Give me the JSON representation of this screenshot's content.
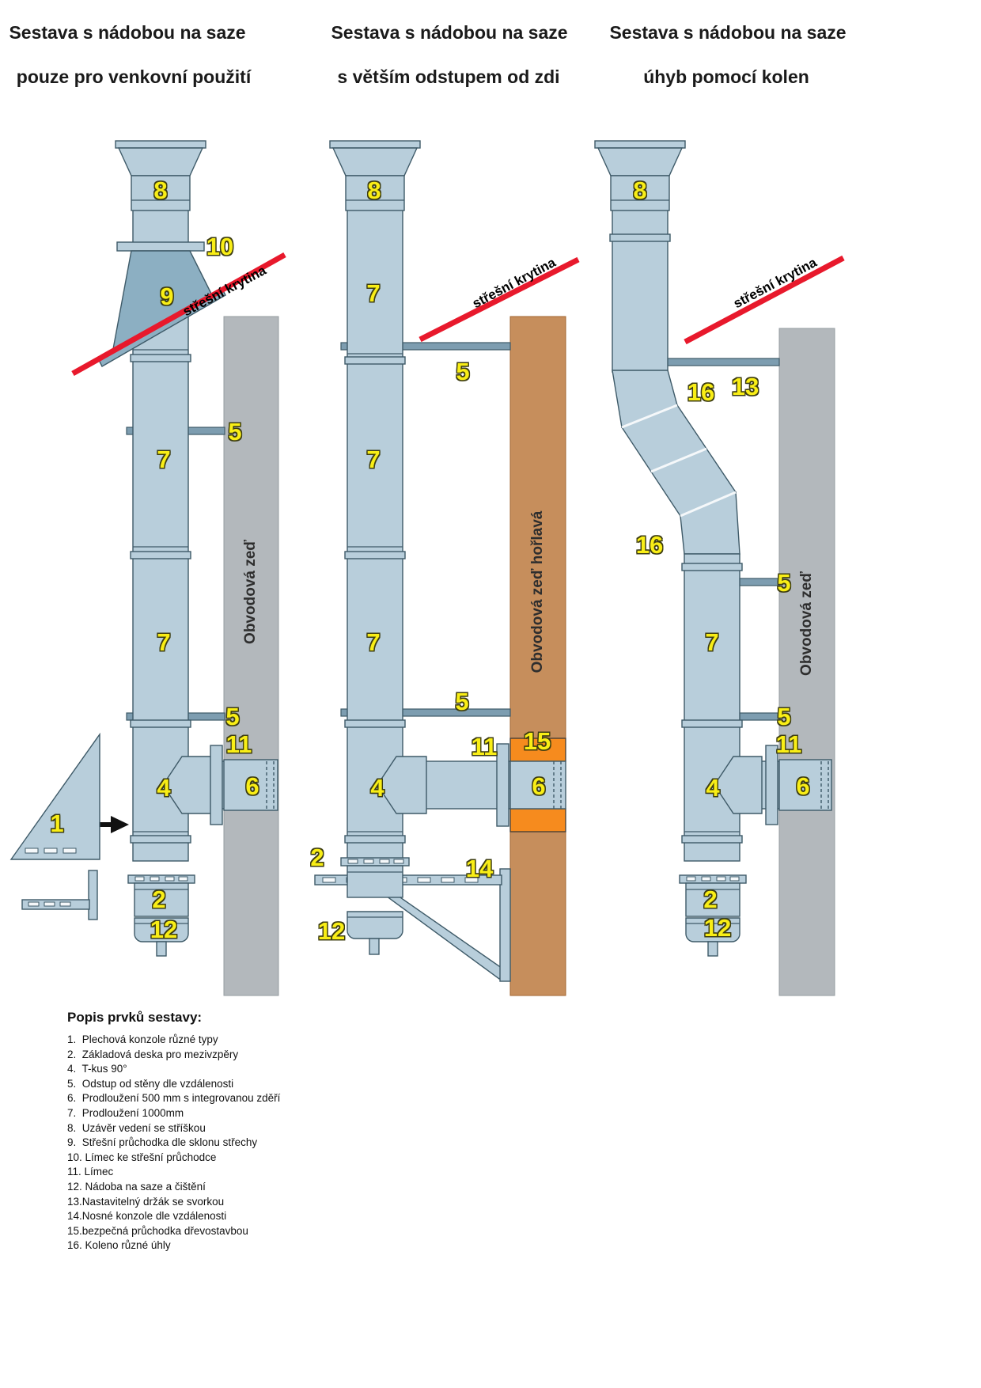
{
  "titles": {
    "col1": {
      "line1": "Sestava s nádobou na saze",
      "line2": "pouze pro venkovní použití"
    },
    "col2": {
      "line1": "Sestava s nádobou na saze",
      "line2": "s větším odstupem od zdi"
    },
    "col3": {
      "line1": "Sestava s nádobou na saze",
      "line2": "úhyb pomocí kolen"
    }
  },
  "annotations": {
    "roof_covering": "střešní krytina",
    "perimeter_wall": "Obvodová zeď",
    "perimeter_wall_flammable": "Obvodová zeď hořlavá"
  },
  "part_numbers": {
    "n1": "1",
    "n2": "2",
    "n4": "4",
    "n5": "5",
    "n6": "6",
    "n7": "7",
    "n8": "8",
    "n9": "9",
    "n10": "10",
    "n11": "11",
    "n12": "12",
    "n13": "13",
    "n14": "14",
    "n15": "15",
    "n16": "16"
  },
  "legend": {
    "heading": "Popis prvků sestavy:",
    "items": [
      "1.  Plechová konzole různé typy",
      "2.  Základová deska pro mezivzpěry",
      "4.  T-kus 90°",
      "5.  Odstup od stěny dle vzdálenosti",
      "6.  Prodloužení 500 mm s integrovanou zděří",
      "7.  Prodloužení 1000mm",
      "8.  Uzávěr vedení se stříškou",
      "9.  Střešní průchodka dle sklonu střechy",
      "10. Límec ke střešní průchodce",
      "11. Límec",
      "12. Nádoba na saze a čištění",
      "13.Nastavitelný držák se svorkou",
      "14.Nosné konzole dle vzdálenosti",
      "15.bezpečná průchodka dřevostavbou",
      "16. Koleno různé úhly"
    ]
  },
  "colors": {
    "pipe_fill": "#b8cedb",
    "pipe_outline": "#3e5a68",
    "flashing_fill": "#8cafc2",
    "spacer_fill": "#7d9db0",
    "wall_gray": "#b3b8bc",
    "wall_brown": "#c68e5c",
    "safety_orange": "#f68b1e",
    "roof_line_red": "#e8192c",
    "number_yellow": "#f9ee16"
  }
}
